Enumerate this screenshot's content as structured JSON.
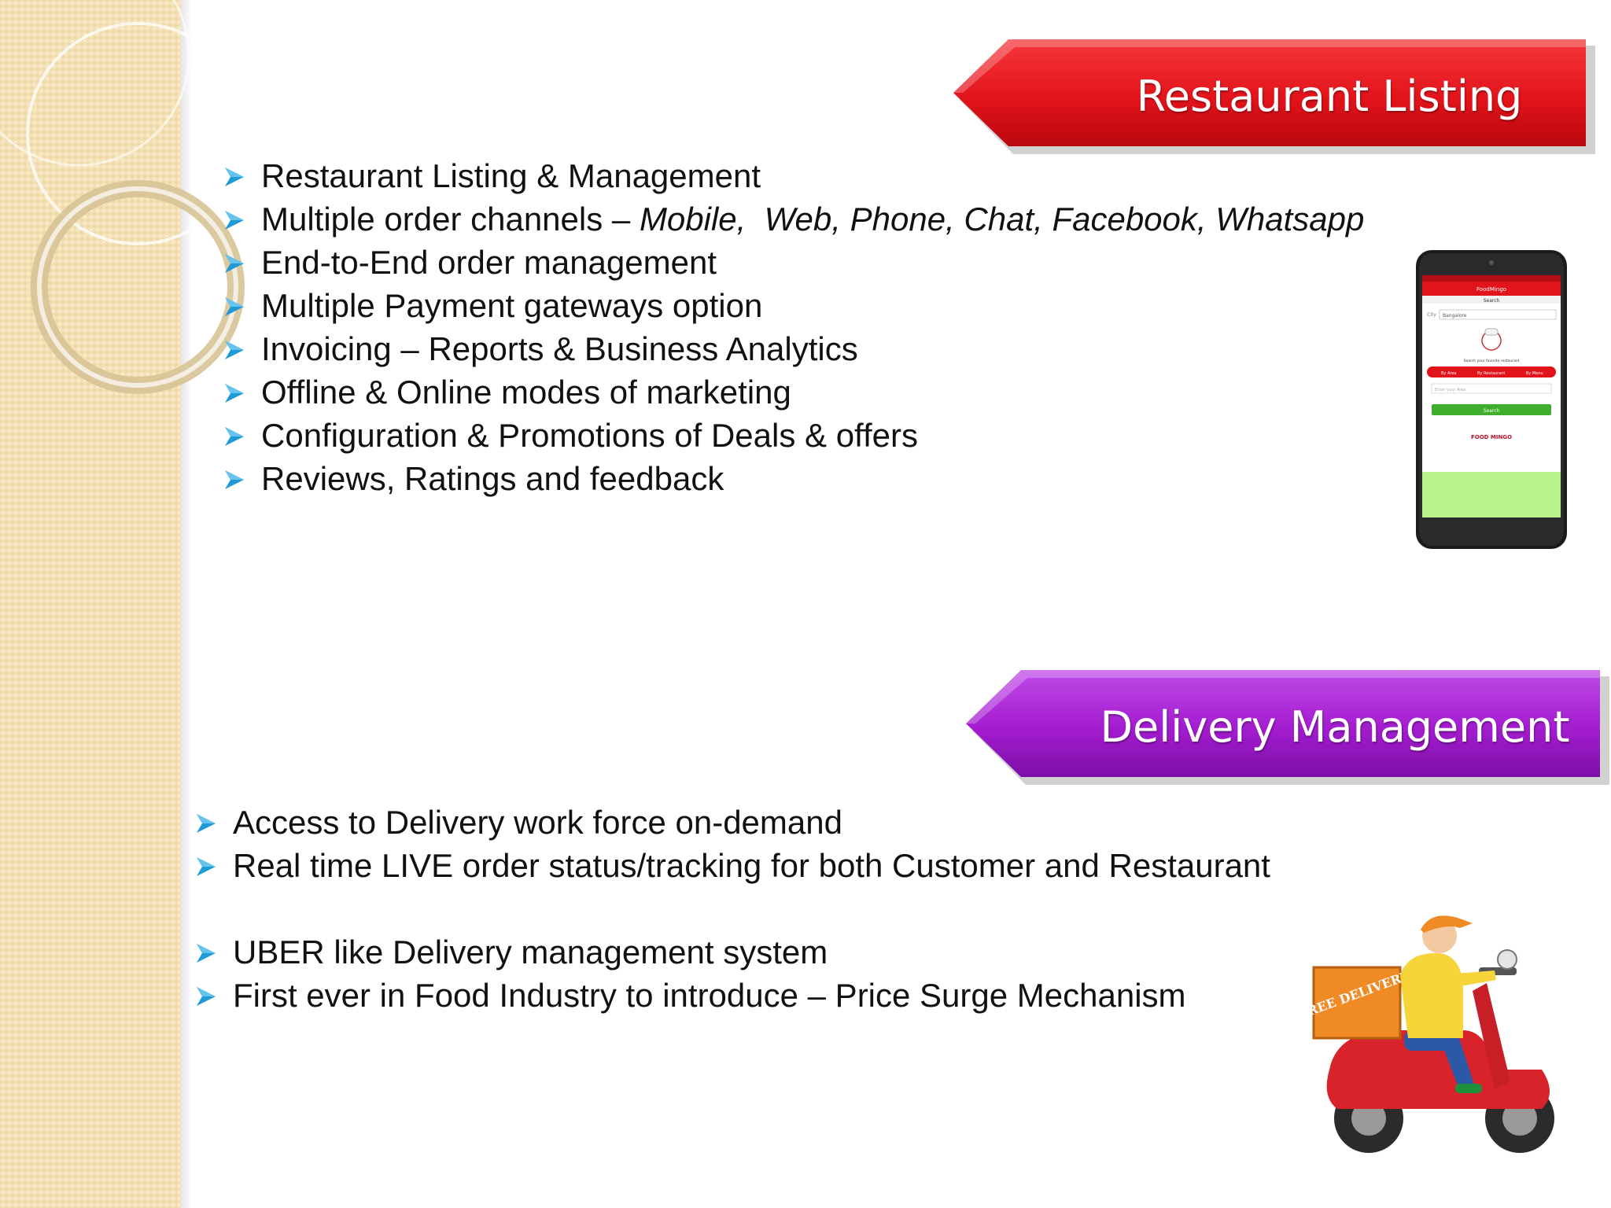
{
  "section1": {
    "title": "Restaurant Listing",
    "color": "#e3131b",
    "items": [
      {
        "text": "Restaurant Listing & Management"
      },
      {
        "text": "Multiple order channels – ",
        "italic": "Mobile,  Web, Phone, Chat, Facebook, Whatsapp"
      },
      {
        "text": "End-to-End order management"
      },
      {
        "text": "Multiple Payment gateways option"
      },
      {
        "text": "Invoicing – Reports & Business Analytics"
      },
      {
        "text": "Offline & Online modes of marketing"
      },
      {
        "text": "Configuration & Promotions of Deals & offers"
      },
      {
        "text": "Reviews, Ratings and feedback"
      }
    ]
  },
  "section2": {
    "title": "Delivery Management",
    "color": "#a31ccf",
    "items": [
      {
        "text": "Access to Delivery work force on-demand"
      },
      {
        "text": "Real time LIVE order status/tracking for both Customer and Restaurant"
      },
      {
        "text": "UBER like Delivery management system"
      },
      {
        "text": "First ever in Food Industry to introduce – Price Surge Mechanism"
      }
    ]
  },
  "phone_screen": {
    "app_name": "FoodMingo",
    "search_header": "Search",
    "city_label": "City",
    "city_value": "Bangalore",
    "tagline": "Search your favorite restaurant",
    "tabs": [
      "By Area",
      "By Restaurant",
      "By Menu"
    ],
    "input_placeholder": "Enter your Area",
    "search_button": "Search",
    "logo_text": "FOOD MINGO"
  },
  "scooter_box_text": "FREE DELIVERY",
  "bullet_color": "#1f9ad6",
  "icons": {
    "bullet": "arrow-bullet-icon"
  }
}
